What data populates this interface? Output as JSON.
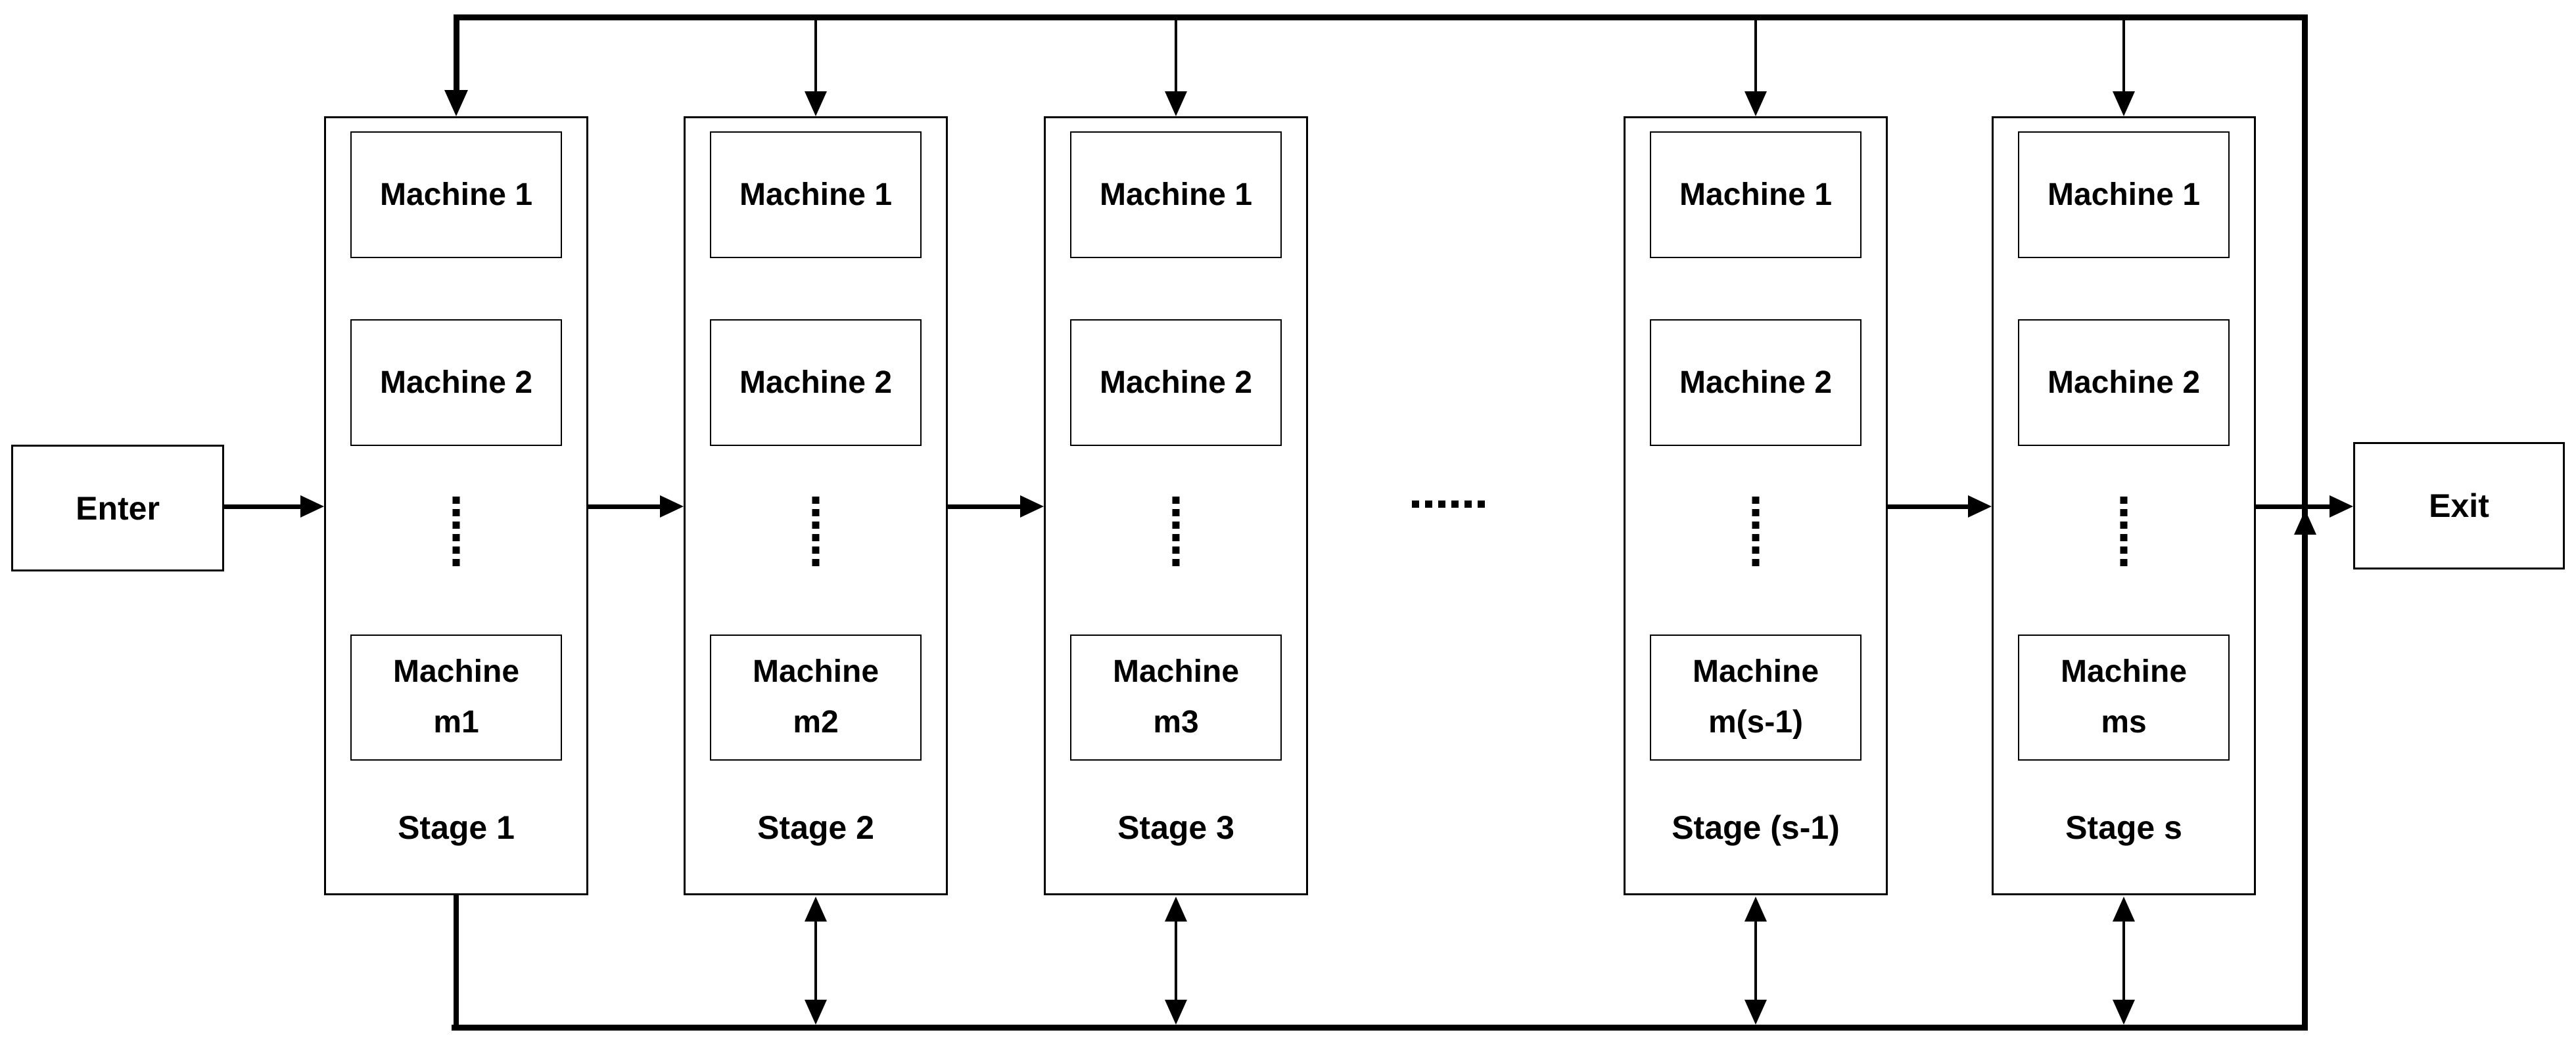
{
  "colors": {
    "line": "#000000",
    "background": "#ffffff",
    "text": "#000000"
  },
  "entry": {
    "label": "Enter"
  },
  "exit_box": {
    "label": "Exit"
  },
  "stages": [
    {
      "name": "Stage 1",
      "machine_first": "Machine 1",
      "machine_second": "Machine 2",
      "machine_last": [
        "Machine",
        "m1"
      ]
    },
    {
      "name": "Stage 2",
      "machine_first": "Machine 1",
      "machine_second": "Machine 2",
      "machine_last": [
        "Machine",
        "m2"
      ]
    },
    {
      "name": "Stage 3",
      "machine_first": "Machine 1",
      "machine_second": "Machine 2",
      "machine_last": [
        "Machine",
        "m3"
      ]
    },
    {
      "name": "Stage (s-1)",
      "machine_first": "Machine 1",
      "machine_second": "Machine 2",
      "machine_last": [
        "Machine",
        "m(s-1)"
      ]
    },
    {
      "name": "Stage s",
      "machine_first": "Machine 1",
      "machine_second": "Machine 2",
      "machine_last": [
        "Machine",
        "ms"
      ]
    }
  ],
  "ellipsis": {
    "horizontal_dots": 6,
    "vertical_dots": 6
  }
}
